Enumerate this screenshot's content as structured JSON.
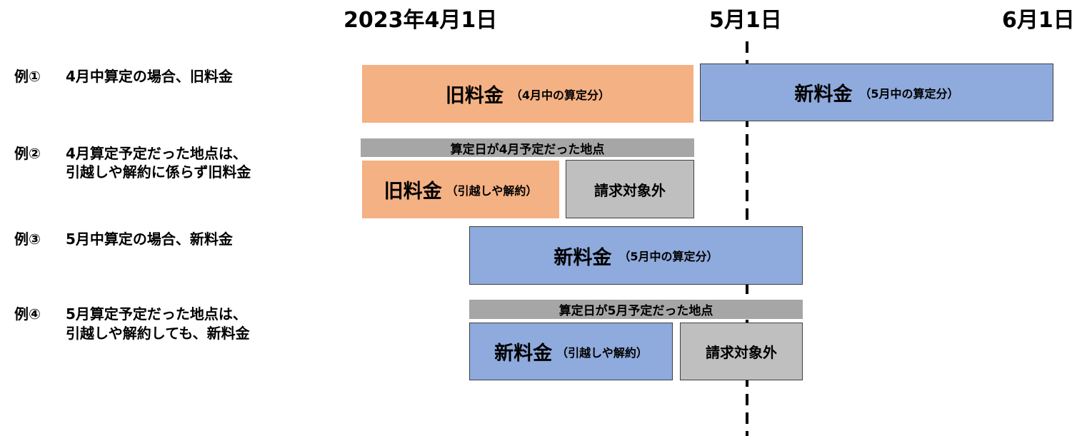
{
  "colors": {
    "old_rate": "#F4B183",
    "new_rate": "#8FAADC",
    "excluded": "#BFBFBF",
    "band": "#A6A6A6",
    "marker_line": "#000000"
  },
  "timeline": {
    "date_apr1": "2023年4月1日",
    "date_may1": "5月1日",
    "date_jun1": "6月1日"
  },
  "examples": [
    {
      "num": "例①",
      "lines": [
        "4月中算定の場合、旧料金"
      ]
    },
    {
      "num": "例②",
      "lines": [
        "4月算定予定だった地点は、",
        "引越しや解約に係らず旧料金"
      ]
    },
    {
      "num": "例③",
      "lines": [
        "5月中算定の場合、新料金"
      ]
    },
    {
      "num": "例④",
      "lines": [
        "5月算定予定だった地点は、",
        "引越しや解約しても、新料金"
      ]
    }
  ],
  "boxes": {
    "ex1_old": {
      "main": "旧料金",
      "sub": "（4月中の算定分）"
    },
    "ex1_new": {
      "main": "新料金",
      "sub": "（5月中の算定分）"
    },
    "ex2_band": "算定日が4月予定だった地点",
    "ex2_old": {
      "main": "旧料金",
      "sub": "（引越しや解約）"
    },
    "ex2_excluded": "請求対象外",
    "ex3_new": {
      "main": "新料金",
      "sub": "（5月中の算定分）"
    },
    "ex4_band": "算定日が5月予定だった地点",
    "ex4_new": {
      "main": "新料金",
      "sub": "（引越しや解約）"
    },
    "ex4_excluded": "請求対象外"
  }
}
